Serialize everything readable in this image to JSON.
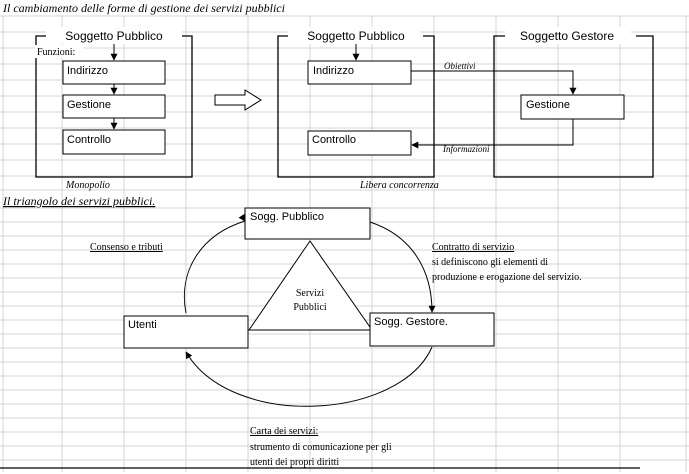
{
  "section1": {
    "heading": "Il cambiamento delle forme di gestione dei servizi pubblici",
    "left_frame": {
      "title": "Soggetto Pubblico",
      "functions_label": "Funzioni:",
      "boxes": [
        "Indirizzo",
        "Gestione",
        "Controllo"
      ],
      "caption": "Monopolio"
    },
    "middle_frame": {
      "title": "Soggetto Pubblico",
      "boxes": [
        "Indirizzo",
        "Controllo"
      ],
      "caption": "Libera concorrenza"
    },
    "right_frame": {
      "title": "Soggetto Gestore",
      "boxes": [
        "Gestione"
      ]
    },
    "arrow_labels": {
      "objectives": "Obiettivi",
      "information": "Informazioni"
    }
  },
  "section2": {
    "heading": "Il triangolo dei servizi pubblici.",
    "nodes": {
      "public": "Sogg. Pubblico",
      "users": "Utenti",
      "manager": "Sogg. Gestore."
    },
    "center": [
      "Servizi",
      "Pubblici"
    ],
    "consent": "Consenso e tributi",
    "contract": {
      "title": "Contratto di servizio",
      "lines": [
        "si definiscono gli elementi di",
        "produzione e erogazione del servizio."
      ]
    },
    "charter": {
      "title": "Carta dei servizi:",
      "lines": [
        "strumento di comunicazione per gli",
        "utenti dei propri diritti"
      ]
    }
  }
}
